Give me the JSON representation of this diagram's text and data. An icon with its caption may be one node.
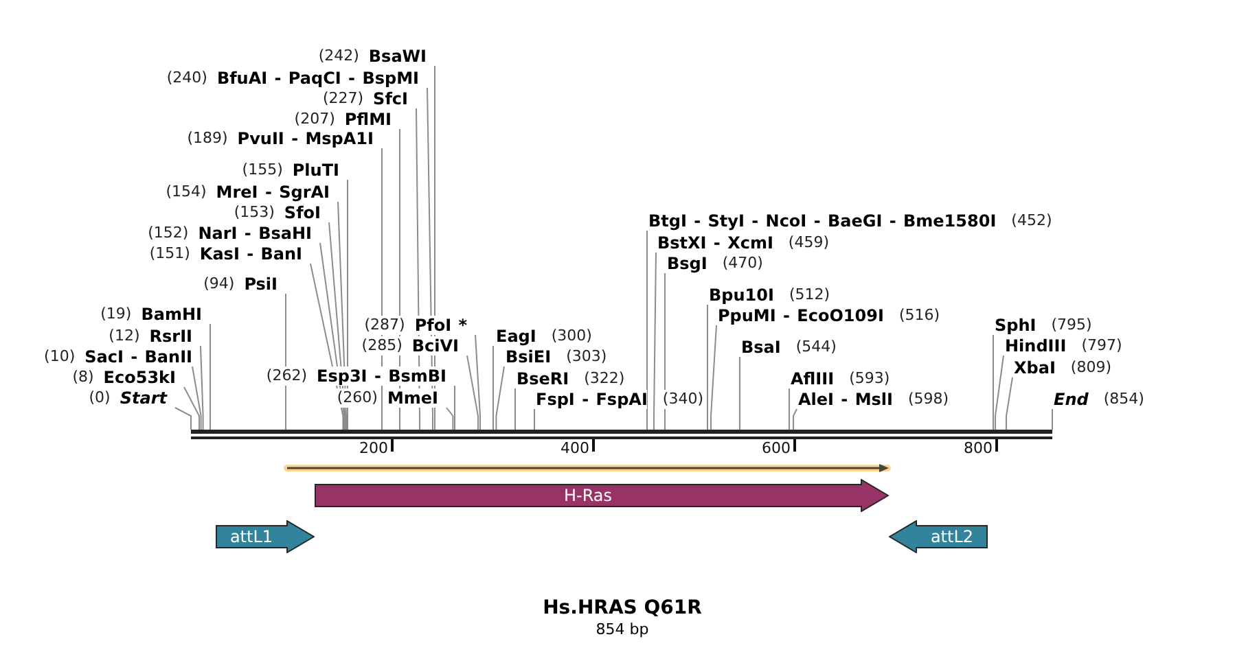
{
  "diagram": {
    "title": "Hs.HRAS Q61R",
    "caption": "854 bp",
    "nodes": [
      {
        "text": [
          "(242)",
          "BsaWI"
        ]
      },
      {
        "text": [
          "(240)",
          "BfuAI - PaqCI - BspMI"
        ]
      },
      {
        "text": [
          "(227)",
          "SfcI"
        ]
      },
      {
        "text": [
          "(207)",
          "PflMI"
        ]
      },
      {
        "text": [
          "(189)",
          "PvuII - MspA1I"
        ]
      },
      {
        "text": [
          "(155)",
          "PluTI"
        ]
      },
      {
        "text": [
          "(154)",
          "MreI - SgrAI"
        ]
      },
      {
        "text": [
          "(153)",
          "SfoI"
        ]
      },
      {
        "text": [
          "(152)",
          "NarI - BsaHI"
        ]
      },
      {
        "text": [
          "(151)",
          "KasI - BanI"
        ]
      },
      {
        "text": [
          "(94)",
          "PsiI"
        ]
      },
      {
        "text": [
          "(19)",
          "BamHI"
        ]
      },
      {
        "text": [
          "(12)",
          "RsrII"
        ]
      },
      {
        "text": [
          "(10)",
          "SacI - BanII"
        ]
      },
      {
        "text": [
          "(8)",
          "Eco53kI"
        ]
      },
      {
        "text": [
          "(0)",
          "Start"
        ]
      },
      {
        "text": [
          "(287)",
          "PfoI *"
        ]
      },
      {
        "text": [
          "(285)",
          "BciVI"
        ]
      },
      {
        "text": [
          "(262)",
          "Esp3I - BsmBI"
        ]
      },
      {
        "text": [
          "(260)",
          "MmeI"
        ]
      },
      {
        "text": [
          "EagI",
          "(300)"
        ]
      },
      {
        "text": [
          "BsiEI",
          "(303)"
        ]
      },
      {
        "text": [
          "BseRI",
          "(322)"
        ]
      },
      {
        "text": [
          "FspI - FspAI",
          "(340)"
        ]
      },
      {
        "text": [
          "BtgI - StyI - NcoI - BaeGI - Bme1580I",
          "(452)"
        ]
      },
      {
        "text": [
          "BstXI - XcmI",
          "(459)"
        ]
      },
      {
        "text": [
          "BsgI",
          "(470)"
        ]
      },
      {
        "text": [
          "Bpu10I",
          "(512)"
        ]
      },
      {
        "text": [
          "PpuMI - EcoO109I",
          "(516)"
        ]
      },
      {
        "text": [
          "BsaI",
          "(544)"
        ]
      },
      {
        "text": [
          "AflIII",
          "(593)"
        ]
      },
      {
        "text": [
          "AleI - MslI",
          "(598)"
        ]
      },
      {
        "text": [
          "SphI",
          "(795)"
        ]
      },
      {
        "text": [
          "HindIII",
          "(797)"
        ]
      },
      {
        "text": [
          "XbaI",
          "(809)"
        ]
      },
      {
        "text": [
          "End",
          "(854)"
        ]
      },
      {
        "text": [],
        "shape": "bar"
      },
      {
        "text": [],
        "shape": "arrow"
      },
      {
        "text": [
          "H-Ras"
        ]
      },
      {
        "text": [
          "attL1"
        ]
      },
      {
        "text": [
          "attL2"
        ]
      }
    ],
    "edges": [
      {
        "from": 0,
        "to": 36,
        "arrow": "none"
      },
      {
        "from": 1,
        "to": 36,
        "arrow": "none"
      },
      {
        "from": 2,
        "to": 36,
        "arrow": "none"
      },
      {
        "from": 3,
        "to": 36,
        "arrow": "none"
      },
      {
        "from": 4,
        "to": 36,
        "arrow": "none"
      },
      {
        "from": 5,
        "to": 36,
        "arrow": "none"
      },
      {
        "from": 6,
        "to": 36,
        "arrow": "none"
      },
      {
        "from": 7,
        "to": 36,
        "arrow": "none"
      },
      {
        "from": 8,
        "to": 36,
        "arrow": "none"
      },
      {
        "from": 9,
        "to": 36,
        "arrow": "none"
      },
      {
        "from": 10,
        "to": 36,
        "arrow": "none"
      },
      {
        "from": 11,
        "to": 36,
        "arrow": "none"
      },
      {
        "from": 12,
        "to": 36,
        "arrow": "none"
      },
      {
        "from": 13,
        "to": 36,
        "arrow": "none"
      },
      {
        "from": 14,
        "to": 36,
        "arrow": "none"
      },
      {
        "from": 15,
        "to": 36,
        "arrow": "none"
      },
      {
        "from": 16,
        "to": 36,
        "arrow": "none"
      },
      {
        "from": 17,
        "to": 36,
        "arrow": "none"
      },
      {
        "from": 18,
        "to": 36,
        "arrow": "none"
      },
      {
        "from": 19,
        "to": 36,
        "arrow": "none"
      },
      {
        "from": 20,
        "to": 36,
        "arrow": "none"
      },
      {
        "from": 21,
        "to": 36,
        "arrow": "none"
      },
      {
        "from": 22,
        "to": 36,
        "arrow": "none"
      },
      {
        "from": 23,
        "to": 36,
        "arrow": "none"
      },
      {
        "from": 24,
        "to": 36,
        "arrow": "none"
      },
      {
        "from": 25,
        "to": 36,
        "arrow": "none"
      },
      {
        "from": 26,
        "to": 36,
        "arrow": "none"
      },
      {
        "from": 27,
        "to": 36,
        "arrow": "none"
      },
      {
        "from": 28,
        "to": 36,
        "arrow": "none"
      },
      {
        "from": 29,
        "to": 36,
        "arrow": "none"
      },
      {
        "from": 30,
        "to": 36,
        "arrow": "none"
      },
      {
        "from": 31,
        "to": 36,
        "arrow": "none"
      },
      {
        "from": 32,
        "to": 36,
        "arrow": "none"
      },
      {
        "from": 33,
        "to": 36,
        "arrow": "none"
      },
      {
        "from": 34,
        "to": 36,
        "arrow": "none"
      },
      {
        "from": 35,
        "to": 36,
        "arrow": "none"
      }
    ],
    "labels": [
      "200",
      "400",
      "600",
      "800"
    ]
  }
}
